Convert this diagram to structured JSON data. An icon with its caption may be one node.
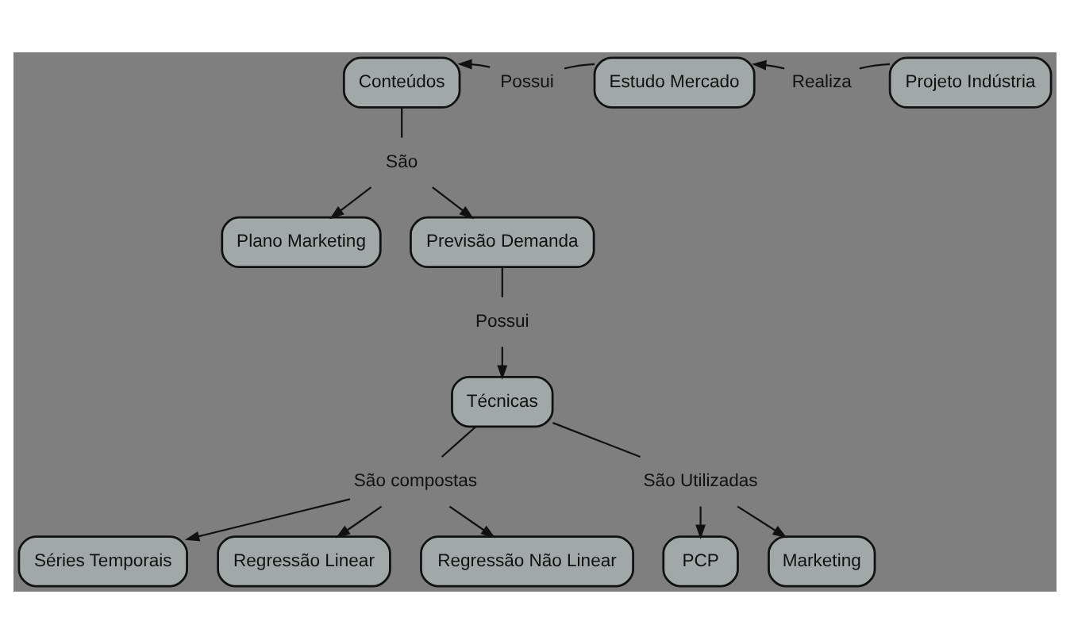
{
  "diagram": {
    "nodes": [
      {
        "text": [
          "Realiza"
        ]
      },
      {
        "text": [
          "Conteúdos"
        ]
      },
      {
        "text": [
          "Estudo Mercado"
        ]
      },
      {
        "text": [
          "Projeto Indústria"
        ]
      },
      {
        "text": [
          "Séries Temporais"
        ]
      },
      {
        "text": [
          "Possui"
        ]
      },
      {
        "text": [
          "São"
        ]
      },
      {
        "text": [
          "Plano Marketing"
        ]
      },
      {
        "text": [
          "Regressão Linear"
        ]
      },
      {
        "text": [
          "Previsão Demanda"
        ]
      },
      {
        "text": [
          "Técnicas"
        ]
      },
      {
        "text": [
          "São compostas"
        ]
      },
      {
        "text": [
          "Possui"
        ]
      },
      {
        "text": [
          "Regressão Não Linear"
        ]
      },
      {
        "text": [
          "São Utilizadas"
        ]
      },
      {
        "text": [
          "PCP"
        ]
      },
      {
        "text": [
          "Marketing"
        ]
      }
    ],
    "edges": [
      {
        "from": 3,
        "to": 0,
        "arrow": "none"
      },
      {
        "from": 0,
        "to": 2,
        "arrow": "to"
      },
      {
        "from": 2,
        "to": 5,
        "arrow": "none"
      },
      {
        "from": 5,
        "to": 1,
        "arrow": "to"
      },
      {
        "from": 1,
        "to": 6,
        "arrow": "none"
      },
      {
        "from": 6,
        "to": 7,
        "arrow": "to"
      },
      {
        "from": 6,
        "to": 9,
        "arrow": "to"
      },
      {
        "from": 9,
        "to": 12,
        "arrow": "none"
      },
      {
        "from": 12,
        "to": 10,
        "arrow": "to"
      },
      {
        "from": 10,
        "to": 11,
        "arrow": "none"
      },
      {
        "from": 11,
        "to": 4,
        "arrow": "to"
      },
      {
        "from": 11,
        "to": 8,
        "arrow": "to"
      },
      {
        "from": 11,
        "to": 13,
        "arrow": "to"
      },
      {
        "from": 10,
        "to": 14,
        "arrow": "none"
      },
      {
        "from": 14,
        "to": 15,
        "arrow": "to"
      },
      {
        "from": 14,
        "to": 16,
        "arrow": "to"
      }
    ]
  }
}
